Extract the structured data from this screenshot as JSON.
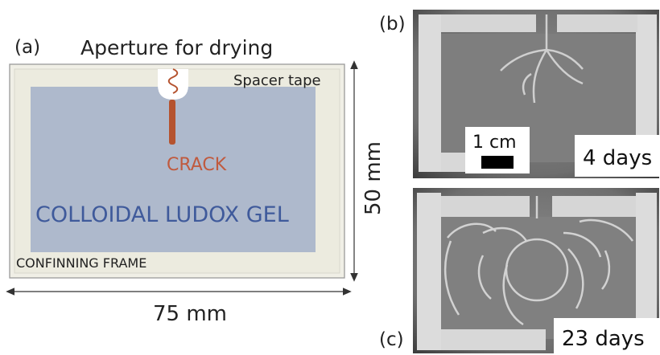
{
  "panel_a": {
    "label": "(a)",
    "title": "Aperture for drying",
    "spacer_label": "Spacer tape",
    "crack_label": "CRACK",
    "gel_label": "COLLOIDAL LUDOX GEL",
    "frame_label": "CONFINNING FRAME",
    "height_label": "50 mm",
    "width_label": "75 mm"
  },
  "panel_b": {
    "label": "(b)",
    "scale_label": "1 cm",
    "time_label": "4 days"
  },
  "panel_c": {
    "label": "(c)",
    "time_label": "23 days"
  },
  "colors": {
    "frame": "#f0efe6",
    "gel": "#aeb9cc",
    "crack": "#b5532f",
    "gel_text": "#3f5a9b",
    "crack_text": "#c05a3e"
  }
}
